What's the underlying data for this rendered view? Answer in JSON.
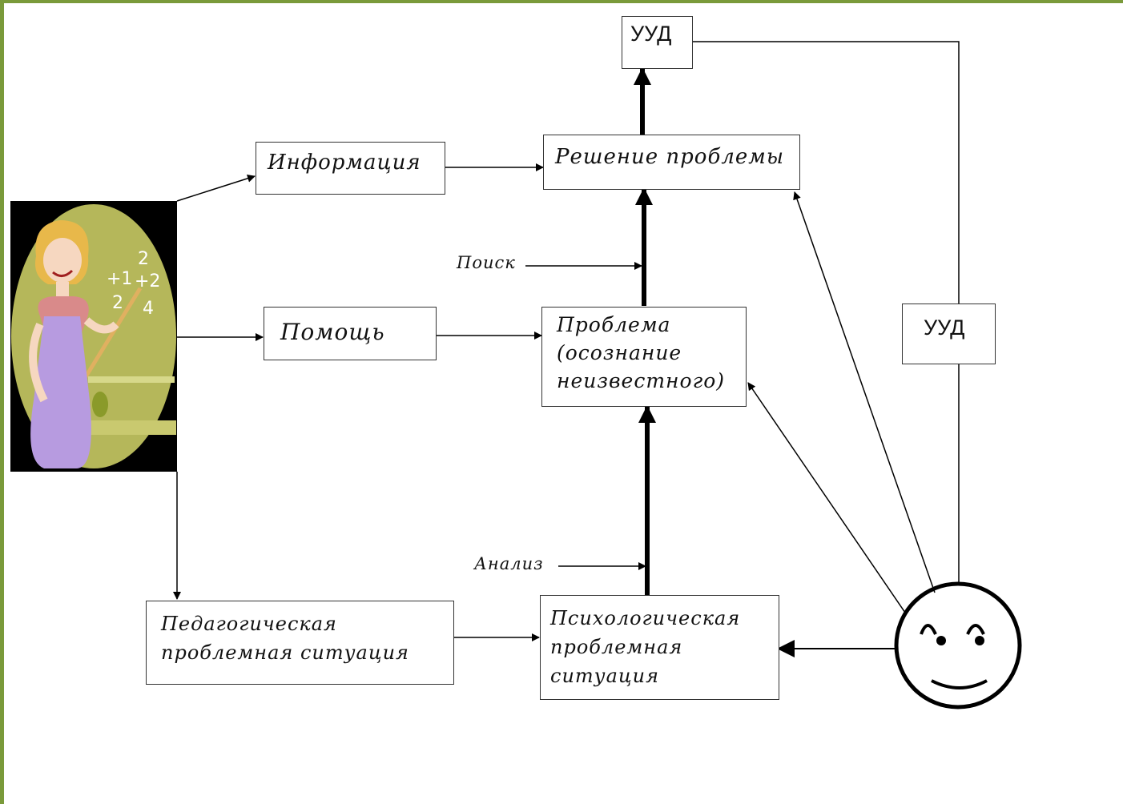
{
  "boxes": {
    "uud_top": "УУД",
    "uud_right": "УУД",
    "information": "Информация",
    "solution": "Решение проблемы",
    "help": "Помощь",
    "problem": "Проблема\n(осознание\nнеизвестного)",
    "pedagogical": "Педагогическая\nпроблемная ситуация",
    "psychological": "Психологическая\nпроблемная\nситуация"
  },
  "labels": {
    "search": "Поиск",
    "analysis": "Анализ"
  },
  "colors": {
    "frame": "#7a9a3a",
    "line": "#000000",
    "box_border": "#333333",
    "teacher_bg": "#000000",
    "board": "#b5b75a",
    "dress": "#b79be0",
    "hair": "#e8b84a",
    "skin": "#f6d7c0"
  },
  "icons": {
    "teacher": "teacher-clipart",
    "student": "smiley-face-icon"
  }
}
